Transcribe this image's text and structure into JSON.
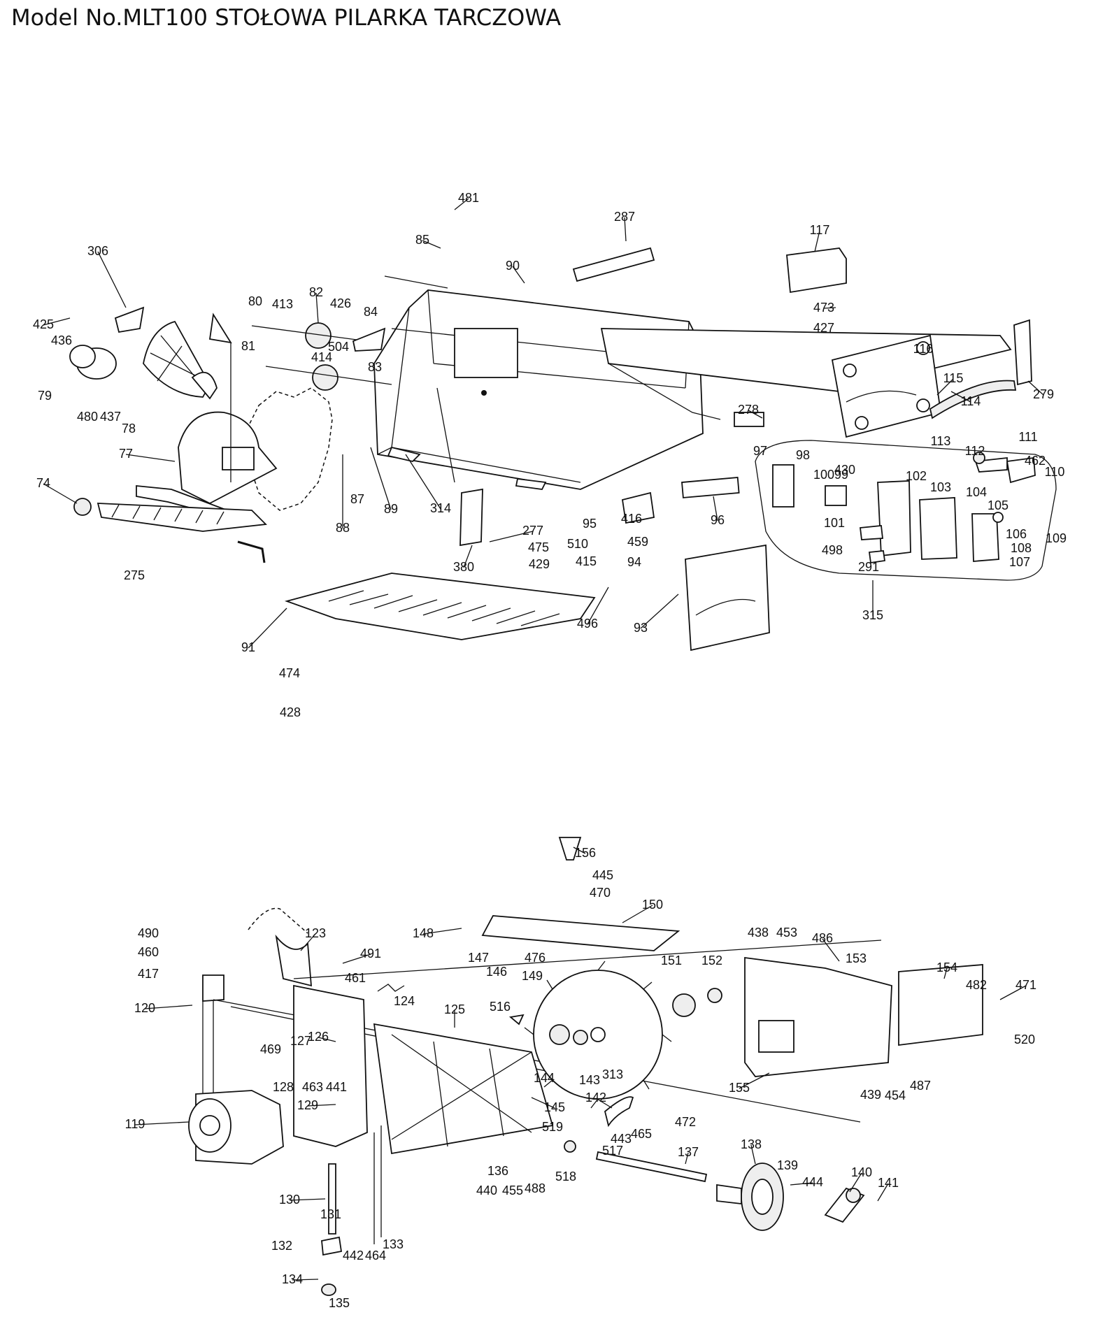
{
  "title": "Model No.MLT100 STOŁOWA PILARKA TARCZOWA",
  "upper_assembly": {
    "part_numbers": [
      "481",
      "287",
      "85",
      "90",
      "117",
      "306",
      "473",
      "427",
      "425",
      "80",
      "413",
      "82",
      "426",
      "84",
      "436",
      "81",
      "83",
      "414",
      "504",
      "116",
      "79",
      "480",
      "437",
      "78",
      "115",
      "114",
      "279",
      "278",
      "77",
      "113",
      "112",
      "111",
      "462",
      "110",
      "97",
      "98",
      "430",
      "100",
      "99",
      "102",
      "103",
      "104",
      "105",
      "106",
      "108",
      "107",
      "109",
      "101",
      "498",
      "291",
      "315",
      "74",
      "87",
      "88",
      "89",
      "314",
      "277",
      "475",
      "429",
      "95",
      "416",
      "510",
      "459",
      "415",
      "94",
      "96",
      "380",
      "275",
      "91",
      "496",
      "93",
      "474",
      "428"
    ]
  },
  "lower_assembly": {
    "part_numbers": [
      "156",
      "445",
      "470",
      "150",
      "490",
      "123",
      "460",
      "491",
      "417",
      "461",
      "148",
      "147",
      "146",
      "476",
      "149",
      "438",
      "453",
      "486",
      "153",
      "154",
      "151",
      "152",
      "482",
      "471",
      "124",
      "120",
      "516",
      "125",
      "126",
      "127",
      "469",
      "128",
      "463",
      "441",
      "144",
      "143",
      "313",
      "520",
      "155",
      "439",
      "454",
      "487",
      "145",
      "142",
      "129",
      "119",
      "472",
      "465",
      "443",
      "519",
      "517",
      "137",
      "138",
      "136",
      "440",
      "455",
      "488",
      "518",
      "139",
      "444",
      "140",
      "141",
      "130",
      "131",
      "132",
      "442",
      "464",
      "133",
      "134",
      "135"
    ]
  }
}
